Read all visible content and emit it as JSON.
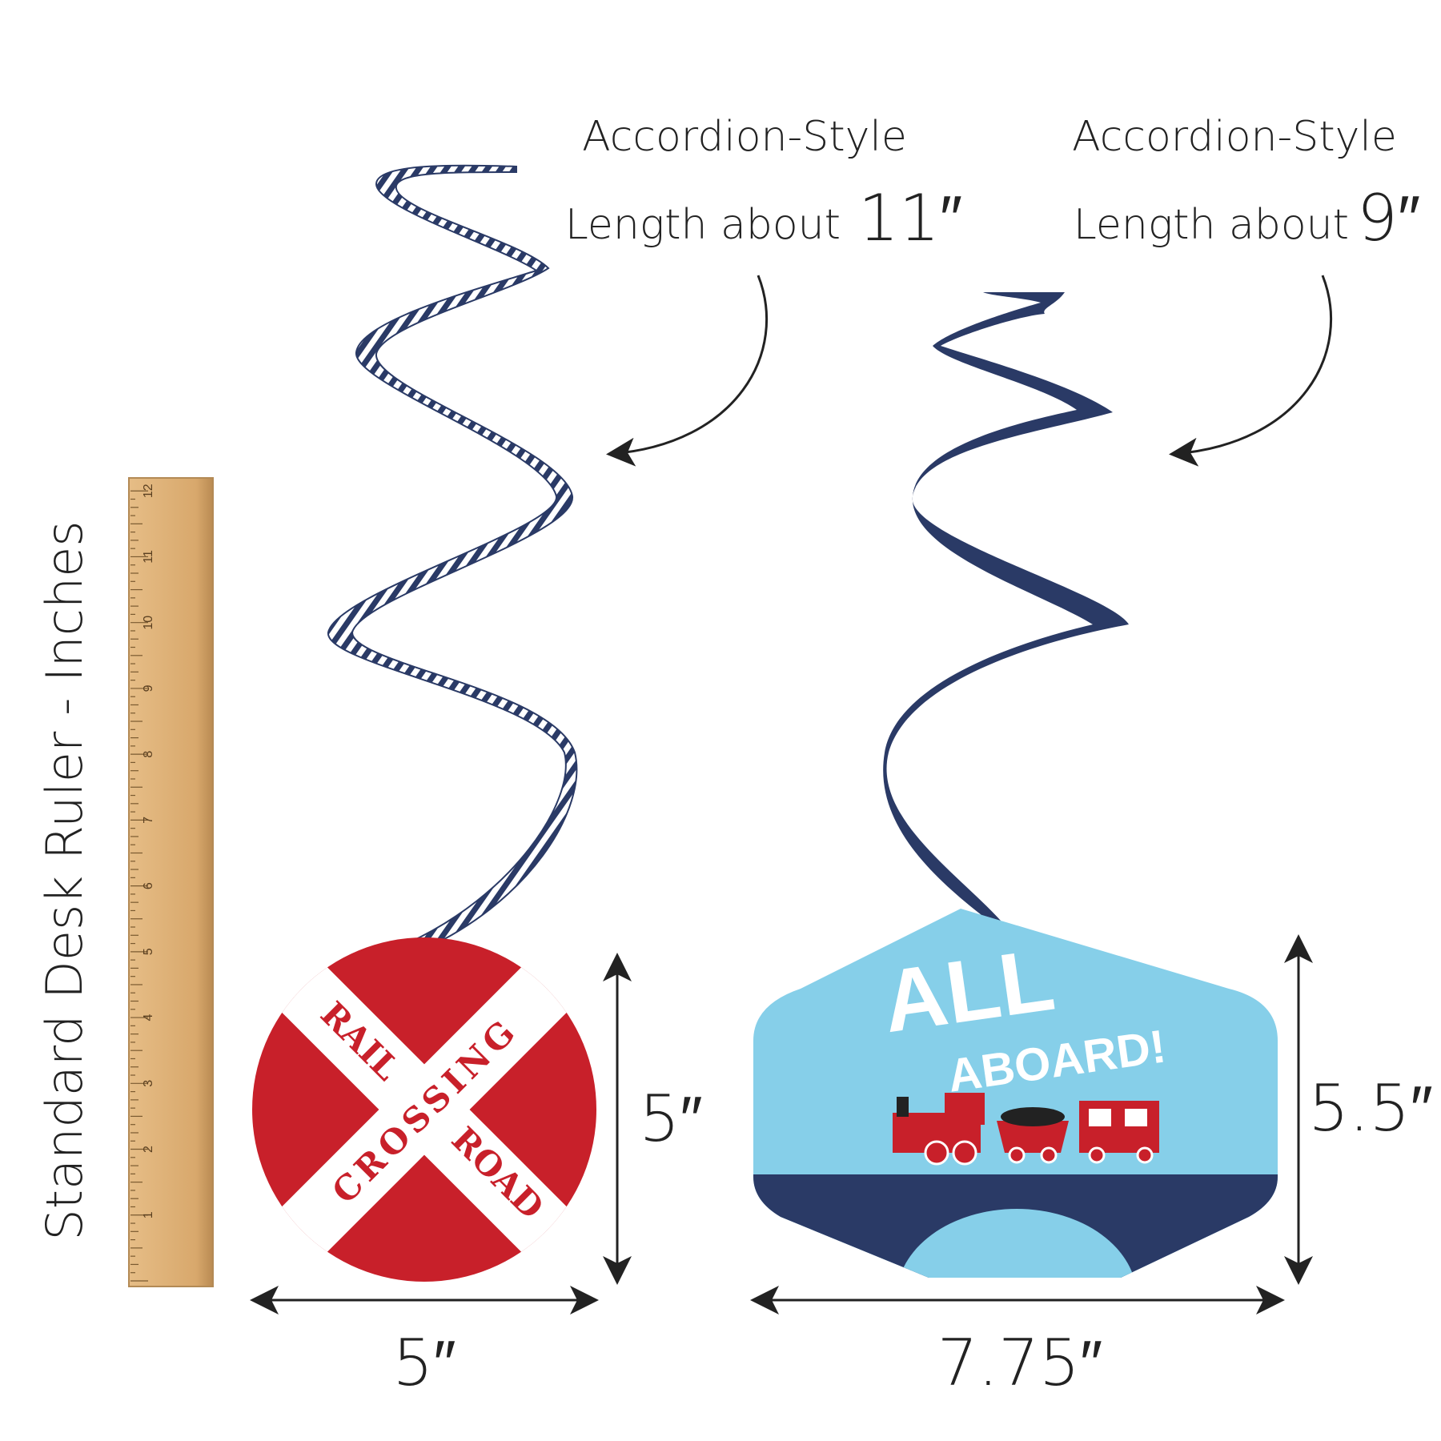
{
  "ruler": {
    "label": "Standard Desk Ruler - Inches",
    "numbers": [
      "1",
      "2",
      "3",
      "4",
      "5",
      "6",
      "7",
      "8",
      "9",
      "10",
      "11",
      "12"
    ]
  },
  "left_item": {
    "style_label": "Accordion-Style",
    "length_prefix": "Length about",
    "length_value": "11″",
    "height": "5″",
    "width": "5″",
    "sign_words": [
      "RAIL",
      "ROAD",
      "CROSSING"
    ]
  },
  "right_item": {
    "style_label": "Accordion-Style",
    "length_prefix": "Length about",
    "length_value": "9″",
    "height": "5.5″",
    "width": "7.75″",
    "sign_line1": "ALL",
    "sign_line2": "ABOARD!"
  },
  "colors": {
    "navy": "#2a3a66",
    "red": "#c8202a",
    "sky": "#86cfe9",
    "wood": "#dcae72"
  }
}
